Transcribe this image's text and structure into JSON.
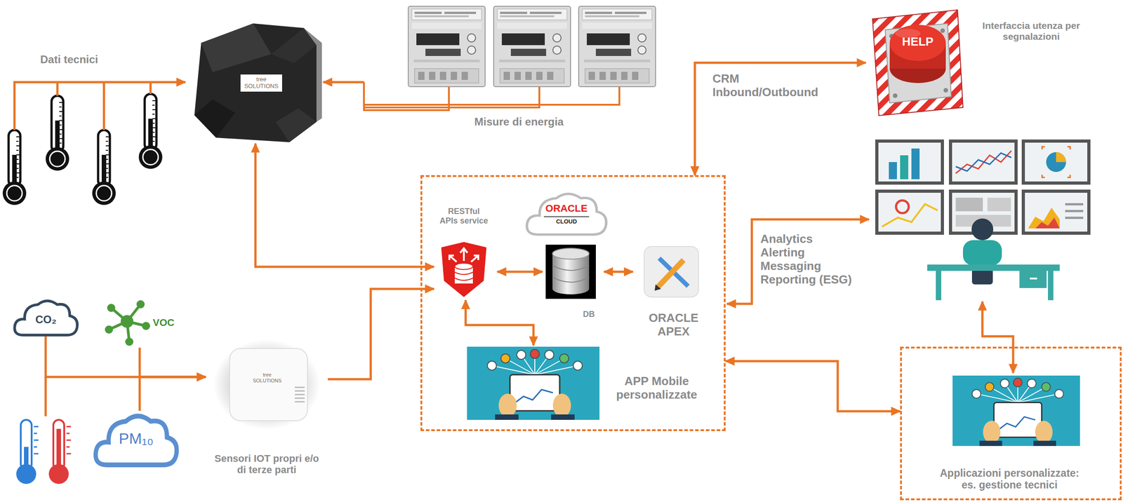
{
  "diagram": {
    "nodes": [
      {
        "text": [
          "tree SOLUTIONS"
        ]
      },
      {
        "text": [
          "Misure di energia"
        ]
      },
      {
        "text": [
          "HELP",
          "Interfaccia utenza per segnalazioni"
        ]
      },
      {
        "text": [
          "ORACLE",
          "CLOUD"
        ]
      },
      {
        "text": [
          "RESTful APIs service"
        ],
        "in": 3
      },
      {
        "text": [
          "DB"
        ],
        "in": 3
      },
      {
        "text": [
          "ORACLE APEX"
        ],
        "in": 3
      },
      {
        "text": [
          "APP Mobile personalizzate"
        ],
        "in": 3
      },
      {
        "text": [
          "CO₂"
        ]
      },
      {
        "text": [
          "VOC"
        ]
      },
      {
        "text": [
          "tree SOLUTIONS",
          "Sensori IOT propri e/o di terze parti"
        ]
      },
      {
        "text": [
          "PM₁₀"
        ]
      },
      {
        "text": [
          "Applicazioni personalizzate: es. gestione tecnici"
        ]
      }
    ],
    "edges": [
      {
        "from": 1,
        "to": 0,
        "arrow": "to"
      },
      {
        "from": 0,
        "to": 4,
        "arrow": "both"
      },
      {
        "from": 4,
        "to": 5,
        "arrow": "both"
      },
      {
        "from": 5,
        "to": 6,
        "arrow": "both"
      },
      {
        "from": 4,
        "to": 7,
        "arrow": "both"
      },
      {
        "from": 8,
        "to": 10,
        "arrow": "to"
      },
      {
        "from": 9,
        "to": 10,
        "arrow": "to"
      },
      {
        "from": 11,
        "to": 10,
        "arrow": "to"
      },
      {
        "from": 10,
        "to": 4,
        "arrow": "to"
      },
      {
        "from": 3,
        "to": 2,
        "label": "CRM Inbound/Outbound",
        "arrow": "both"
      },
      {
        "from": 3,
        "to": 12,
        "arrow": "both"
      }
    ],
    "labels": [
      "Dati tecnici",
      "Analytics Alerting Messaging Reporting (ESG)"
    ]
  }
}
